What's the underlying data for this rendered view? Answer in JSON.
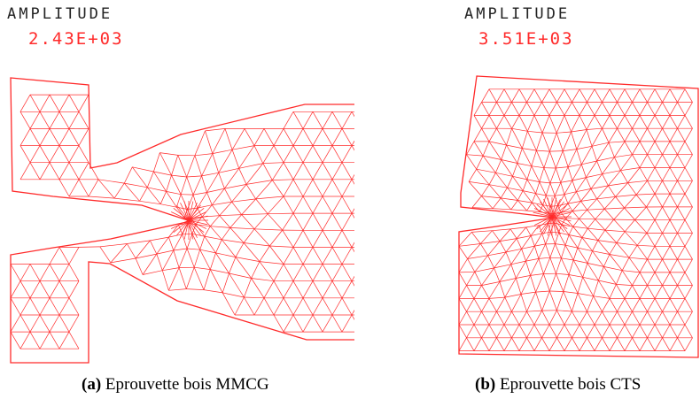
{
  "colors": {
    "mesh": "#ff2b2b",
    "label": "#222222",
    "value": "#ff2b2b"
  },
  "panels": [
    {
      "amplitude_label": "AMPLITUDE",
      "amplitude_value": "2.43E+03",
      "caption_tag": "(a)",
      "caption_text": " Eprouvette bois MMCG"
    },
    {
      "amplitude_label": "AMPLITUDE",
      "amplitude_value": "3.51E+03",
      "caption_tag": "(b)",
      "caption_text": " Eprouvette bois CTS"
    }
  ]
}
